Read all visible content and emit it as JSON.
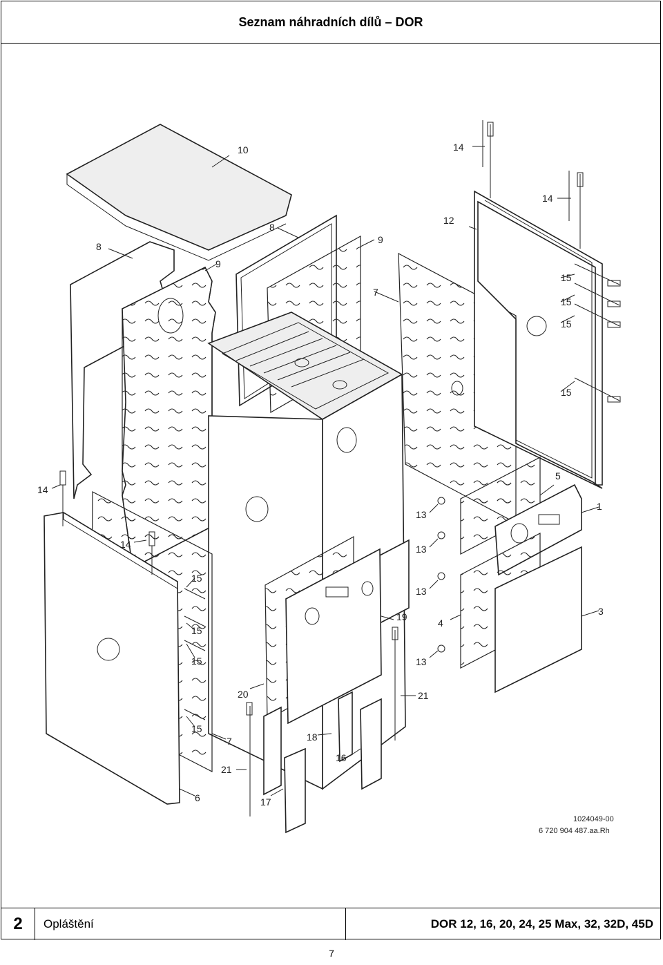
{
  "header": {
    "title": "Seznam náhradních dílů – DOR"
  },
  "drawing": {
    "callouts": [
      "10",
      "8",
      "8",
      "9",
      "9",
      "7",
      "14",
      "14",
      "12",
      "15",
      "15",
      "15",
      "15",
      "5",
      "1",
      "13",
      "13",
      "13",
      "13",
      "4",
      "3",
      "19",
      "21",
      "20",
      "18",
      "16",
      "14",
      "15",
      "15",
      "15",
      "15",
      "7",
      "21",
      "17",
      "6",
      "14"
    ],
    "drawing_code_1": "1024049-00",
    "drawing_code_2": "6 720 904 487.aa.Rh"
  },
  "footer": {
    "section_number": "2",
    "section_name": "Opláštění",
    "models": "DOR 12, 16, 20, 24, 25 Max, 32, 32D, 45D"
  },
  "page": {
    "number": "7"
  }
}
